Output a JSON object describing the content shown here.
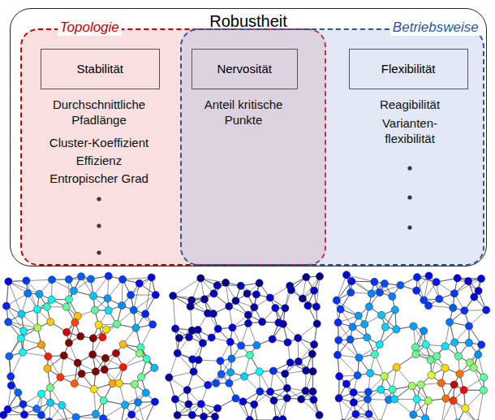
{
  "diagram": {
    "nodes": [
      {
        "text": [
          "Robustheit"
        ]
      },
      {
        "text": [
          "Topologie"
        ],
        "in": 0
      },
      {
        "text": [
          "Betriebsweise"
        ],
        "in": 0
      },
      {
        "text": [
          "Stabilität"
        ],
        "in": 1
      },
      {
        "text": [
          "Nervosität"
        ],
        "in": 2
      },
      {
        "text": [
          "Flexibilität"
        ],
        "in": 2
      }
    ],
    "labels": [
      "Durchschnittliche Pfadlänge",
      "Cluster-Koeffizient",
      "Effizienz",
      "Entropischer Grad",
      "Anteil kritische Punkte",
      "Reagibilität",
      "Varianten- flexibilität"
    ]
  }
}
